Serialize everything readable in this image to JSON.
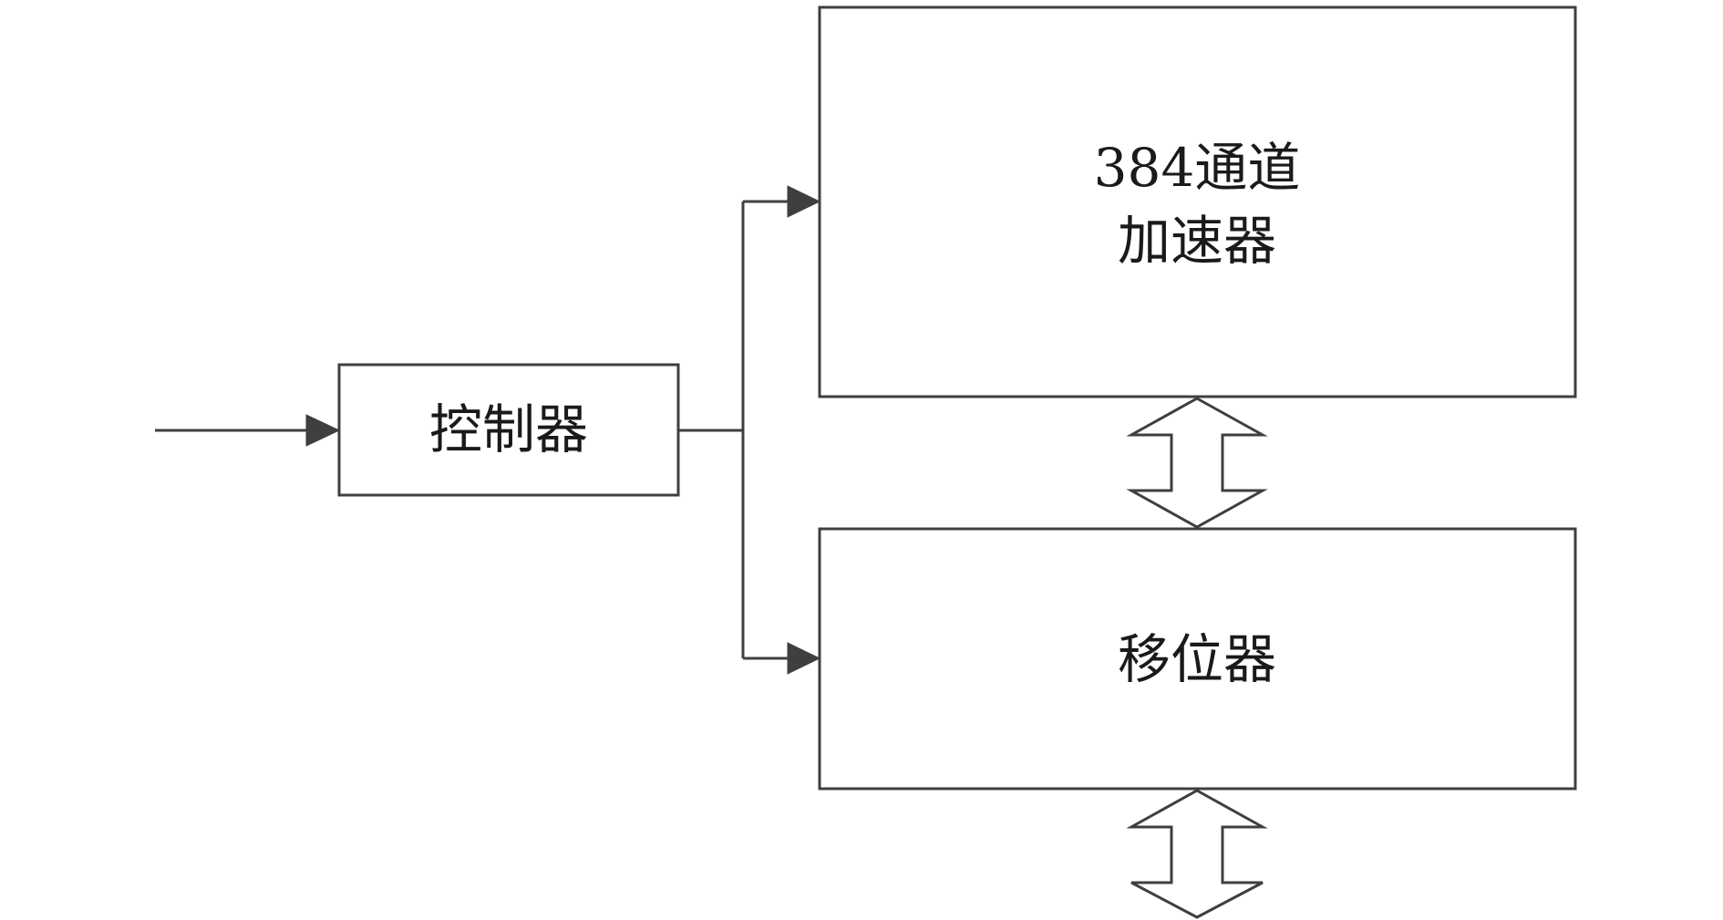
{
  "diagram": {
    "nodes": {
      "controller": {
        "label": "控制器"
      },
      "accelerator": {
        "label_line1": "384通道",
        "label_line2": "加速器"
      },
      "shifter": {
        "label": "移位器"
      }
    },
    "edges": [
      {
        "from": "input",
        "to": "controller",
        "style": "solid-arrow"
      },
      {
        "from": "controller",
        "to": "accelerator",
        "style": "solid-arrow"
      },
      {
        "from": "controller",
        "to": "shifter",
        "style": "solid-arrow"
      },
      {
        "from": "accelerator",
        "to": "shifter",
        "style": "hollow-bidirectional"
      },
      {
        "from": "shifter",
        "to": "output",
        "style": "hollow-bidirectional"
      }
    ],
    "colors": {
      "stroke": "#3f3f3f",
      "text": "#1a1a1a",
      "background": "#ffffff"
    }
  }
}
